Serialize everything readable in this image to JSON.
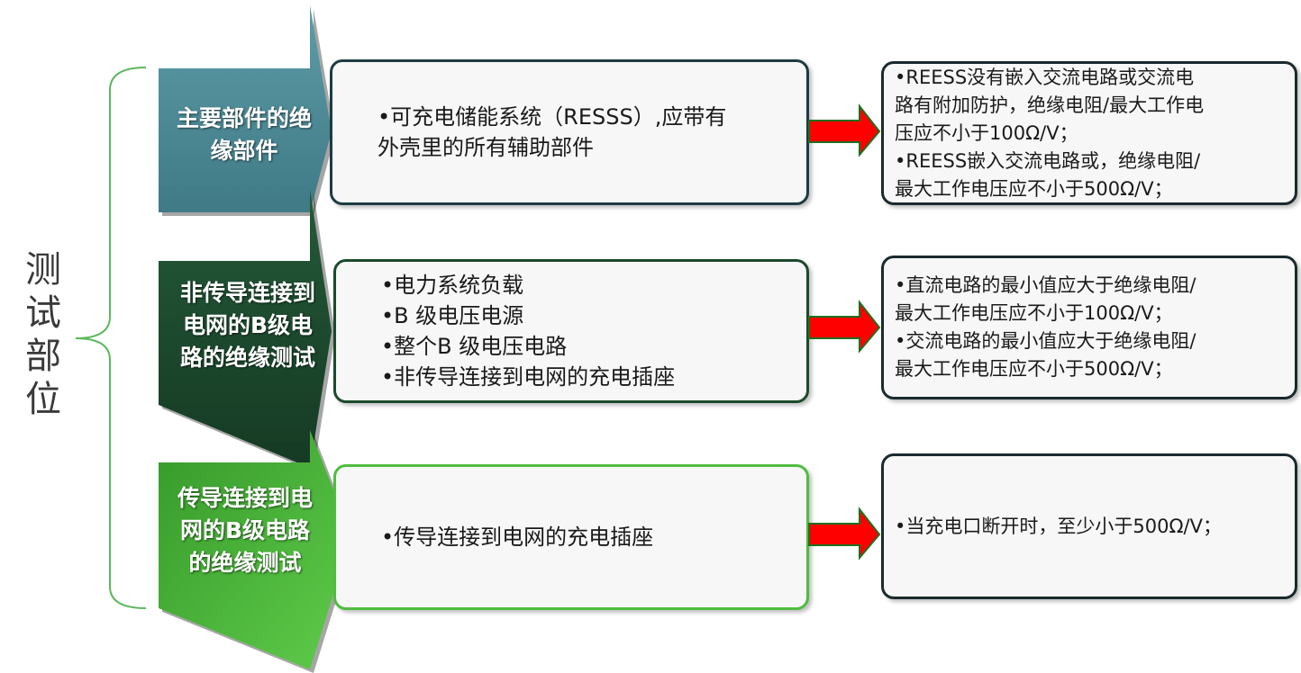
{
  "side_title": "测试部位",
  "rows": [
    {
      "category": "主要部件的绝缘部件",
      "category_lines": [
        "主要部件的绝",
        "缘部件"
      ],
      "parts": [
        "•可充电储能系统（RESSS）,应带有",
        "外壳里的所有辅助部件"
      ],
      "requirements": [
        "•REESS没有嵌入交流电路或交流电",
        "路有附加防护，绝缘电阻/最大工作电",
        "压应不小于100Ω/V；",
        "•REESS嵌入交流电路或，绝缘电阻/",
        "最大工作电压应不小于500Ω/V；"
      ],
      "color": "#4e8f9c"
    },
    {
      "category": "非传导连接到电网的B级电路的绝缘测试",
      "category_lines": [
        "非传导连接到",
        "电网的B级电",
        "路的绝缘测试"
      ],
      "parts": [
        "•电力系统负载",
        "•B 级电压电源",
        "•整个B 级电压电路",
        "•非传导连接到电网的充电插座"
      ],
      "requirements": [
        "•直流电路的最小值应大于绝缘电阻/",
        "最大工作电压应不小于100Ω/V；",
        "•交流电路的最小值应大于绝缘电阻/",
        "最大工作电压应不小于500Ω/V；"
      ],
      "color": "#1d4a2f"
    },
    {
      "category": "传导连接到电网的B级电路的绝缘测试",
      "category_lines": [
        "传导连接到电",
        "网的B级电路",
        "的绝缘测试"
      ],
      "parts": [
        "•传导连接到电网的充电插座"
      ],
      "requirements": [
        "•当充电口断开时，至少小于500Ω/V；"
      ],
      "color": "#3fa72f"
    }
  ],
  "colors": {
    "bracket": "#5cb85c",
    "red_arrow": "#ff0000",
    "red_arrow_outline": "#1f6f1f"
  }
}
